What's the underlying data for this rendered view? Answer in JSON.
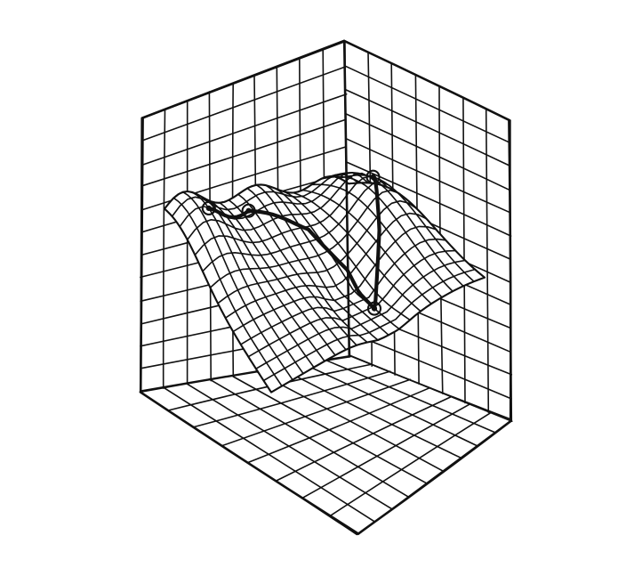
{
  "figure": {
    "kind": "hand-drawn 3D energy landscape sketch",
    "ink_color": "#111111",
    "paper_color": "#ffffff",
    "style": "pen sketch, isometric box with gridded back walls and floor",
    "surface_peaks": 3,
    "marked_minima": 4,
    "labels": []
  }
}
